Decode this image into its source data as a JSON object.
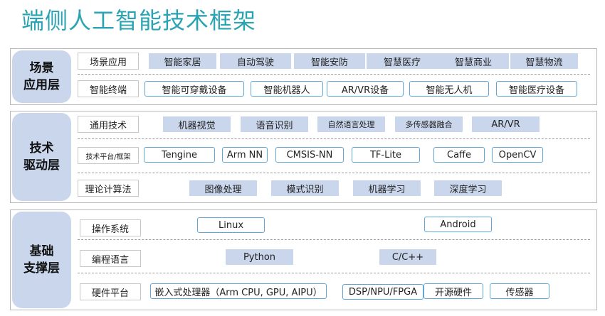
{
  "title": "端侧人工智能技术框架",
  "layers": [
    {
      "name_lines": [
        "场景",
        "应用层"
      ],
      "rows": [
        {
          "label": "场景应用",
          "items": [
            "智能家居",
            "自动驾驶",
            "智能安防",
            "智慧医疗",
            "智慧商业",
            "智慧物流"
          ]
        },
        {
          "label": "智能终端",
          "items": [
            "智能可穿戴设备",
            "智能机器人",
            "AR/VR设备",
            "智能无人机",
            "智能医疗设备"
          ]
        }
      ]
    },
    {
      "name_lines": [
        "技术",
        "驱动层"
      ],
      "rows": [
        {
          "label": "通用技术",
          "items": [
            "机器视觉",
            "语音识别",
            "自然语言处理",
            "多传感器融合",
            "AR/VR"
          ]
        },
        {
          "label": "技术平台/框架",
          "items": [
            "Tengine",
            "Arm NN",
            "CMSIS-NN",
            "TF-Lite",
            "Caffe",
            "OpenCV"
          ]
        },
        {
          "label": "理论计算法",
          "items": [
            "图像处理",
            "模式识别",
            "机器学习",
            "深度学习"
          ]
        }
      ]
    },
    {
      "name_lines": [
        "基础",
        "支撑层"
      ],
      "rows": [
        {
          "label": "操作系统",
          "items": [
            "Linux",
            "Android"
          ]
        },
        {
          "label": "编程语言",
          "items": [
            "Python",
            "C/C++"
          ]
        },
        {
          "label": "硬件平台",
          "items": [
            "嵌入式处理器（Arm CPU, GPU, AIPU）",
            "DSP/NPU/FPGA",
            "开源硬件",
            "传感器"
          ]
        }
      ]
    }
  ]
}
